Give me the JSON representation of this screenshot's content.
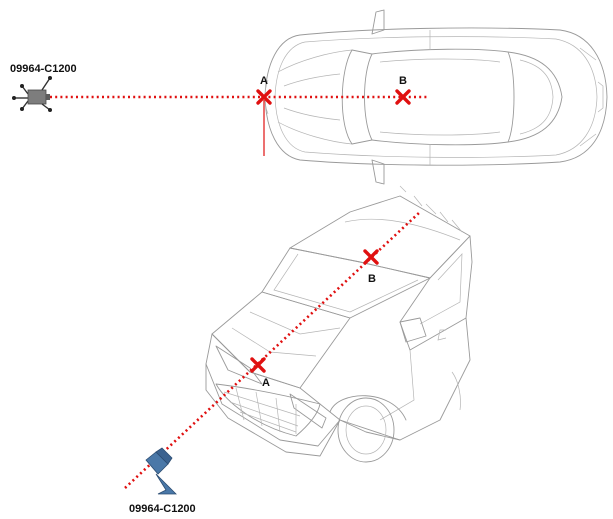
{
  "diagram": {
    "top_view": {
      "tool_label": "09964-C1200",
      "point_a": "A",
      "point_b": "B"
    },
    "iso_view": {
      "tool_label": "09964-C1200",
      "point_a": "A",
      "point_b": "B"
    },
    "colors": {
      "laser": "#e01010",
      "marker": "#e01010",
      "tool_top": "#7d7d7d",
      "tool_iso": "#4a78a8",
      "outline": "#9a9a9a"
    }
  }
}
